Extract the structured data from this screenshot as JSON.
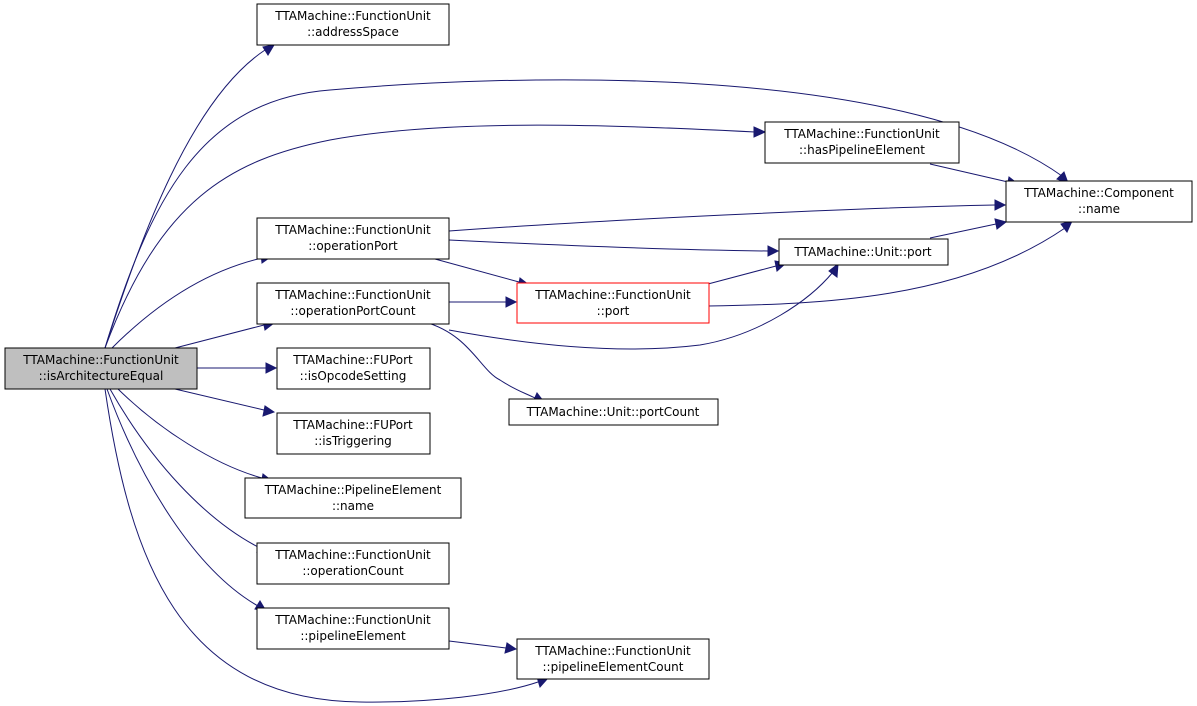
{
  "colors": {
    "edge": "#191970",
    "root_fill": "#bfbfbf",
    "highlight_border": "#ff0000",
    "node_border": "#000000"
  },
  "nodes": {
    "root": {
      "line1": "TTAMachine::FunctionUnit",
      "line2": "::isArchitectureEqual"
    },
    "address_space": {
      "line1": "TTAMachine::FunctionUnit",
      "line2": "::addressSpace"
    },
    "has_pipeline_element": {
      "line1": "TTAMachine::FunctionUnit",
      "line2": "::hasPipelineElement"
    },
    "component_name": {
      "line1": "TTAMachine::Component",
      "line2": "::name"
    },
    "operation_port": {
      "line1": "TTAMachine::FunctionUnit",
      "line2": "::operationPort"
    },
    "unit_port": {
      "line1": "TTAMachine::Unit::port"
    },
    "operation_port_count": {
      "line1": "TTAMachine::FunctionUnit",
      "line2": "::operationPortCount"
    },
    "fu_port": {
      "line1": "TTAMachine::FunctionUnit",
      "line2": "::port"
    },
    "is_opcode_setting": {
      "line1": "TTAMachine::FUPort",
      "line2": "::isOpcodeSetting"
    },
    "unit_port_count": {
      "line1": "TTAMachine::Unit::portCount"
    },
    "is_triggering": {
      "line1": "TTAMachine::FUPort",
      "line2": "::isTriggering"
    },
    "pipeline_element_name": {
      "line1": "TTAMachine::PipelineElement",
      "line2": "::name"
    },
    "operation_count": {
      "line1": "TTAMachine::FunctionUnit",
      "line2": "::operationCount"
    },
    "pipeline_element": {
      "line1": "TTAMachine::FunctionUnit",
      "line2": "::pipelineElement"
    },
    "pipeline_element_count": {
      "line1": "TTAMachine::FunctionUnit",
      "line2": "::pipelineElementCount"
    }
  }
}
